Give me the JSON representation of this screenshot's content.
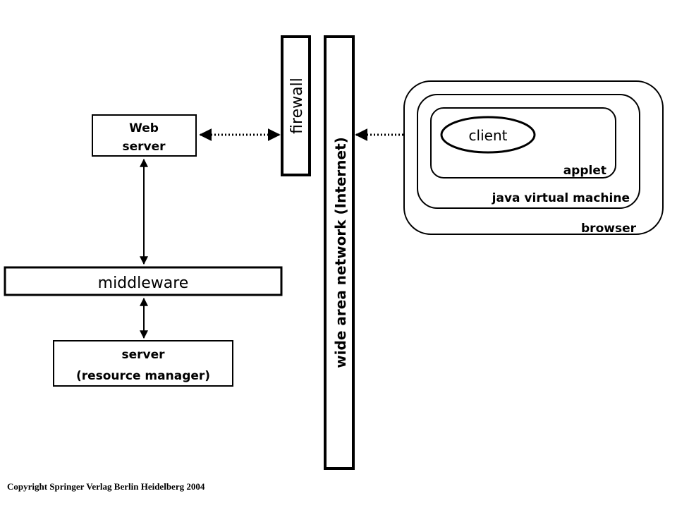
{
  "diagram": {
    "web_server": [
      "Web",
      "server"
    ],
    "middleware": "middleware",
    "server": [
      "server",
      "(resource manager)"
    ],
    "firewall": "firewall",
    "wan": "wide area network (Internet)",
    "client": "client",
    "applet": "applet",
    "jvm": "java virtual machine",
    "browser": "browser"
  },
  "copyright": "Copyright Springer Verlag Berlin Heidelberg 2004"
}
